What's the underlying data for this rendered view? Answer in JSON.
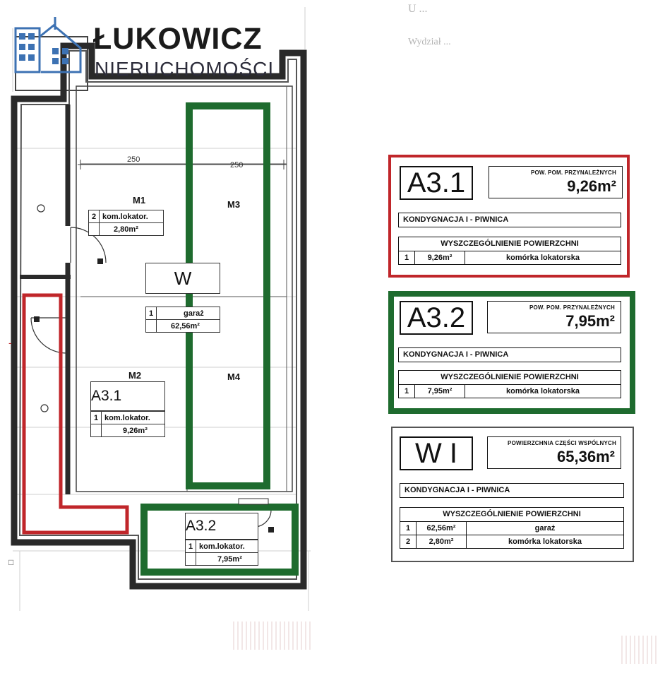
{
  "logo": {
    "title": "ŁUKOWICZ",
    "subtitle": "NIERUCHOMOŚCI"
  },
  "stamp": {
    "line1": "U ...",
    "line2": "Wydział ..."
  },
  "colors": {
    "red": "#c0262a",
    "green": "#1e6b2e",
    "wall": "#2a2a2a"
  },
  "plan": {
    "dimensions": [
      "250",
      "250"
    ],
    "room_labels": {
      "m1": "M1",
      "m2": "M2",
      "m3": "M3",
      "m4": "M4"
    },
    "w_box": "W",
    "m1_tag": {
      "num": "2",
      "name": "kom.lokator.",
      "area": "2,80m²"
    },
    "garage_tag": {
      "num": "1",
      "name": "garaż",
      "area": "62,56m²"
    },
    "a31_tag": {
      "code": "A3.1",
      "num": "1",
      "name": "kom.lokator.",
      "area": "9,26m²"
    },
    "a32_tag": {
      "code": "A3.2",
      "num": "1",
      "name": "kom.lokator.",
      "area": "7,95m²"
    }
  },
  "info_boxes": [
    {
      "code": "A3.1",
      "area_caption": "POW. POM. PRZYNALEŻNYCH",
      "area_value": "9,26m²",
      "floor": "KONDYGNACJA I - PIWNICA",
      "spec_header": "WYSZCZEGÓLNIENIE POWIERZCHNI",
      "rows": [
        {
          "num": "1",
          "area": "9,26m²",
          "name": "komórka lokatorska"
        }
      ]
    },
    {
      "code": "A3.2",
      "area_caption": "POW. POM. PRZYNALEŻNYCH",
      "area_value": "7,95m²",
      "floor": "KONDYGNACJA I - PIWNICA",
      "spec_header": "WYSZCZEGÓLNIENIE POWIERZCHNI",
      "rows": [
        {
          "num": "1",
          "area": "7,95m²",
          "name": "komórka lokatorska"
        }
      ]
    },
    {
      "code": "W I",
      "area_caption": "POWIERZCHNIA CZĘŚCI WSPÓLNYCH",
      "area_value": "65,36m²",
      "floor": "KONDYGNACJA I - PIWNICA",
      "spec_header": "WYSZCZEGÓLNIENIE POWIERZCHNI",
      "rows": [
        {
          "num": "1",
          "area": "62,56m²",
          "name": "garaż"
        },
        {
          "num": "2",
          "area": "2,80m²",
          "name": "komórka lokatorska"
        }
      ]
    }
  ]
}
